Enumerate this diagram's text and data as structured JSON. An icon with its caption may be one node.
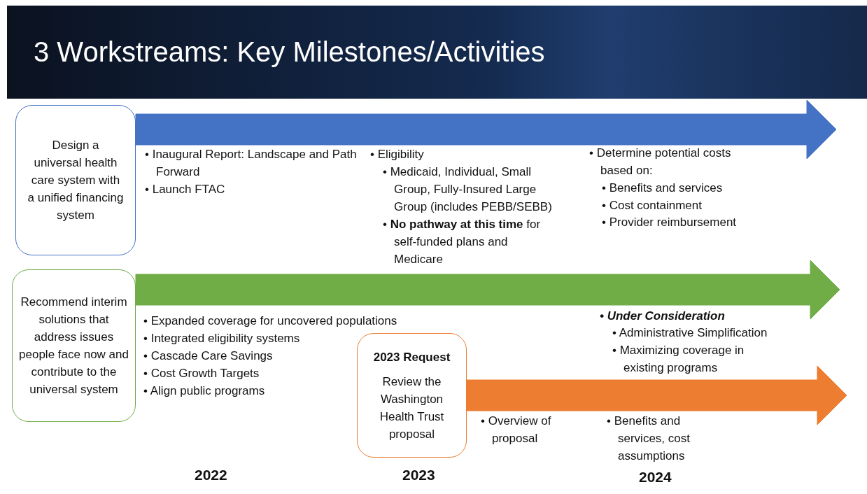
{
  "diagram": {
    "title": "3 Workstreams: Key Milestones/Activities",
    "nodes": [
      {
        "text": [
          "Design a universal health care system with a unified financing system"
        ]
      },
      {
        "text": [
          "Recommend interim solutions that address issues people face now and contribute to the universal system"
        ]
      },
      {
        "text": [
          "2023 Request",
          "Review the Washington Health Trust proposal"
        ]
      }
    ],
    "edges": [
      {
        "from": 0,
        "to": null,
        "arrow": "to",
        "style": "thick",
        "color": "#4472c4"
      },
      {
        "from": 1,
        "to": null,
        "arrow": "to",
        "style": "thick",
        "color": "#70ad47"
      },
      {
        "from": 2,
        "to": null,
        "arrow": "to",
        "style": "thick",
        "color": "#ed7d31"
      }
    ],
    "labels": [
      "• Inaugural Report: Landscape and Path Forward",
      "• Launch FTAC",
      "• Eligibility",
      "• Medicaid, Individual, Small Group, Fully-Insured Large Group (includes PEBB/SEBB)",
      "• **No pathway at this time** for self-funded plans and Medicare",
      "• Determine potential costs based on:",
      "• Benefits and services",
      "• Cost containment",
      "• Provider reimbursement",
      "• Expanded coverage for uncovered populations",
      "• Integrated eligibility systems",
      "• Cascade Care Savings",
      "• Cost Growth Targets",
      "• Align public programs",
      "• Under Consideration",
      "• Administrative Simplification",
      "• Maximizing coverage in existing programs",
      "• Overview of proposal",
      "• Benefits and services, cost assumptions",
      "2022",
      "2023",
      "2024"
    ]
  }
}
